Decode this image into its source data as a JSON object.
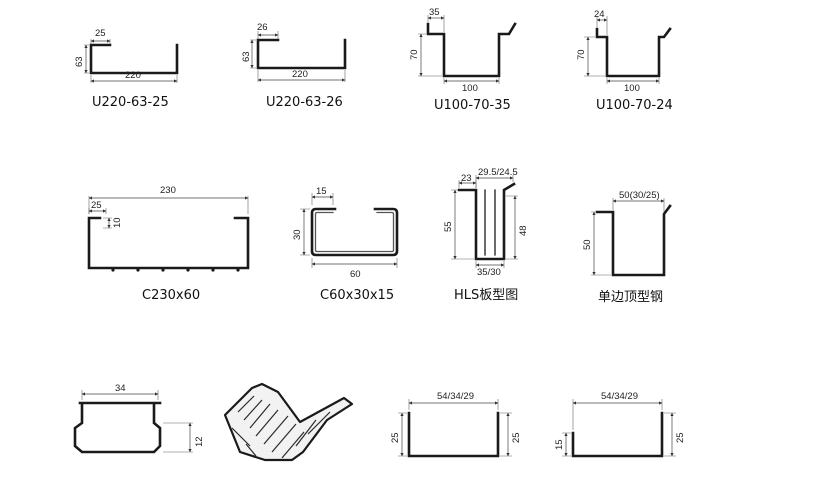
{
  "profiles": [
    {
      "caption": "U220-63-25",
      "dims": [
        "25",
        "63",
        "220"
      ]
    },
    {
      "caption": "U220-63-26",
      "dims": [
        "26",
        "63",
        "220"
      ]
    },
    {
      "caption": "U100-70-35",
      "dims": [
        "35",
        "70",
        "100"
      ]
    },
    {
      "caption": "U100-70-24",
      "dims": [
        "24",
        "70",
        "100"
      ]
    },
    {
      "caption": "C230x60",
      "dims": [
        "230",
        "25",
        "10"
      ]
    },
    {
      "caption": "C60x30x15",
      "dims": [
        "15",
        "30",
        "60"
      ]
    },
    {
      "caption": "HLS板型图",
      "dims": [
        "23",
        "29.5/24.5",
        "55",
        "48",
        "35/30"
      ]
    },
    {
      "caption": "单边顶型钢",
      "dims": [
        "50(30/25)",
        "50"
      ]
    },
    {
      "caption": "",
      "dims": [
        "34",
        "12"
      ]
    },
    {
      "caption": "",
      "dims": []
    },
    {
      "caption": "",
      "dims": [
        "54/34/29",
        "25",
        "25"
      ]
    },
    {
      "caption": "",
      "dims": [
        "54/34/29",
        "15",
        "25"
      ]
    }
  ]
}
